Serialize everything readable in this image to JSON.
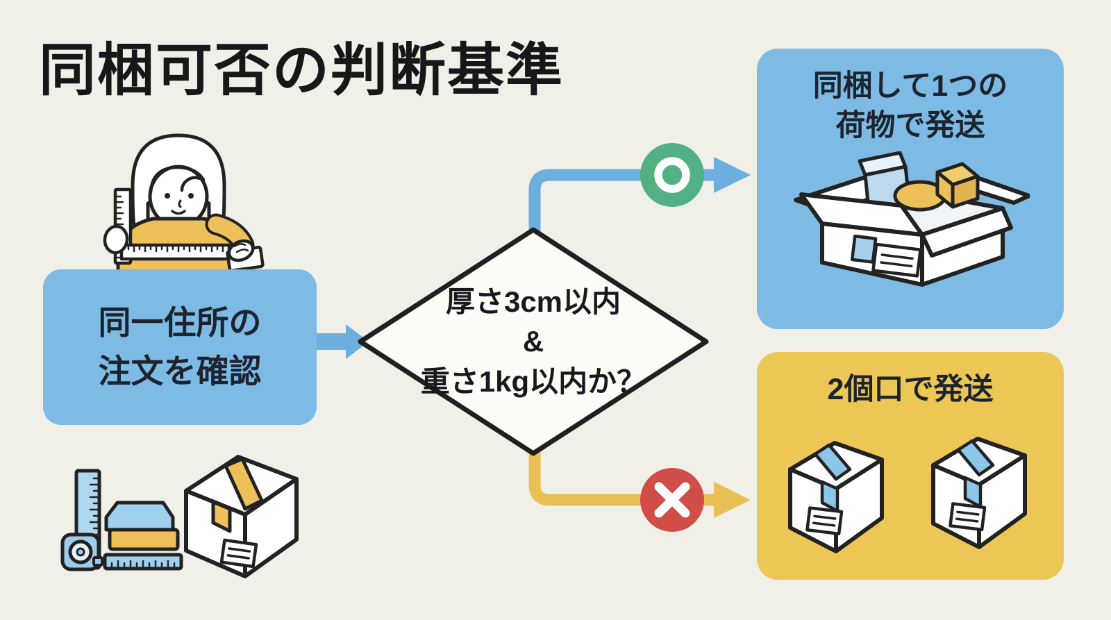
{
  "title": "同梱可否の判断基準",
  "flow": {
    "start": {
      "line1": "同一住所の",
      "line2": "注文を確認"
    },
    "decision": {
      "line1": "厚さ3cm以内",
      "line2": "&",
      "line3": "重さ1kg以内か？"
    },
    "yes": {
      "badge": "circle-ok-icon",
      "symbol": "○"
    },
    "no": {
      "badge": "cross-ng-icon",
      "symbol": "×"
    },
    "result_yes": {
      "line1": "同梱して1つの",
      "line2": "荷物で発送"
    },
    "result_no": {
      "line1": "2個口で発送"
    }
  },
  "colors": {
    "background": "#f0f0e9",
    "panel_blue": "#7dbbe5",
    "panel_yellow": "#ecc755",
    "arrow_blue": "#6caede",
    "arrow_yellow": "#e9c054",
    "ok_green": "#52b183",
    "ng_red": "#d04d48",
    "text": "#1d2430",
    "outline": "#1f1f1f"
  }
}
